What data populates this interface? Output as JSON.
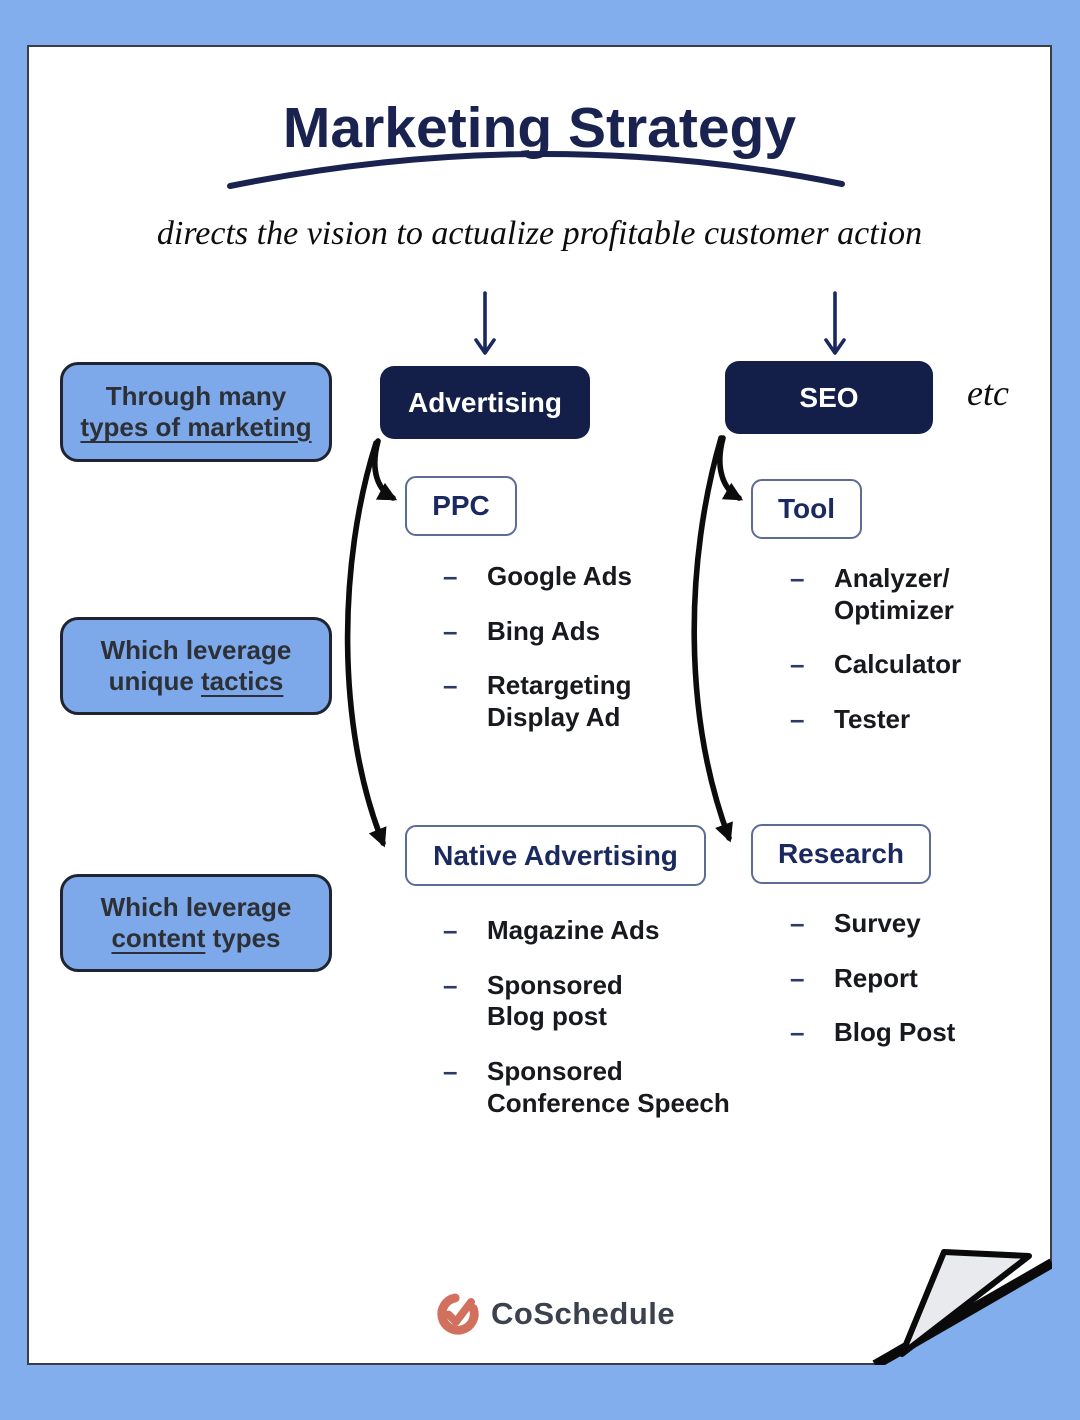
{
  "page": {
    "title": "Marketing Strategy",
    "subtitle": "directs the vision to actualize profitable customer action",
    "etc_label": "etc"
  },
  "glyphs": {
    "dash": "–"
  },
  "side_notes": [
    {
      "line1": "Through many",
      "pre": "",
      "underlined": "types of marketing",
      "post": ""
    },
    {
      "line1": "Which leverage",
      "pre": "unique ",
      "underlined": "tactics",
      "post": ""
    },
    {
      "line1": "Which leverage",
      "pre": "",
      "underlined": "content",
      "post": " types"
    }
  ],
  "columns": [
    {
      "header": "Advertising",
      "groups": [
        {
          "label": "PPC",
          "items": [
            "Google Ads",
            "Bing Ads",
            "Retargeting\nDisplay Ad"
          ]
        },
        {
          "label": "Native Advertising",
          "items": [
            "Magazine Ads",
            "Sponsored\nBlog post",
            "Sponsored\nConference Speech"
          ]
        }
      ]
    },
    {
      "header": "SEO",
      "groups": [
        {
          "label": "Tool",
          "items": [
            "Analyzer/\nOptimizer",
            "Calculator",
            "Tester"
          ]
        },
        {
          "label": "Research",
          "items": [
            "Survey",
            "Report",
            "Blog Post"
          ]
        }
      ]
    }
  ],
  "footer": {
    "brand": "CoSchedule"
  },
  "colors": {
    "background_blue": "#82aeed",
    "note_fill": "#7da9ea",
    "navy_button": "#131f48",
    "title_navy": "#1a2350",
    "outline_box_border": "#5c6c96",
    "arrow_black": "#0c0c0c",
    "brand_coral": "#d1705d",
    "brand_text": "#3b424e",
    "fold_gray": "#e8eaee"
  }
}
